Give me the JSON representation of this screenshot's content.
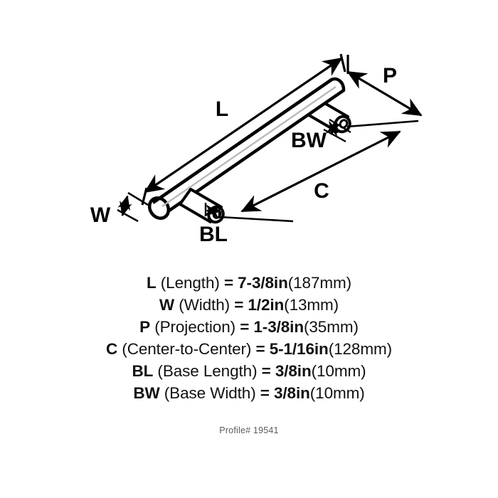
{
  "diagram": {
    "title": "T-bar cabinet pull isometric dimension drawing",
    "labels": {
      "L": "L",
      "W": "W",
      "P": "P",
      "C": "C",
      "BL": "BL",
      "BW": "BW"
    }
  },
  "specs": [
    {
      "abbr": "L",
      "name": "(Length)",
      "equals": "=",
      "value_in": "7-3/8in",
      "value_mm": "(187mm)"
    },
    {
      "abbr": "W",
      "name": "(Width)",
      "equals": "=",
      "value_in": "1/2in",
      "value_mm": "(13mm)"
    },
    {
      "abbr": "P",
      "name": "(Projection)",
      "equals": "=",
      "value_in": "1-3/8in",
      "value_mm": "(35mm)"
    },
    {
      "abbr": "C",
      "name": "(Center-to-Center)",
      "equals": "=",
      "value_in": "5-1/16in",
      "value_mm": "(128mm)"
    },
    {
      "abbr": "BL",
      "name": "(Base Length)",
      "equals": "=",
      "value_in": "3/8in",
      "value_mm": "(10mm)"
    },
    {
      "abbr": "BW",
      "name": "(Base Width)",
      "equals": "=",
      "value_in": "3/8in",
      "value_mm": "(10mm)"
    }
  ],
  "profile": "Profile# 19541",
  "colors": {
    "background": "#ffffff",
    "line": "#000000",
    "text": "#111111",
    "muted_text": "#5a5a5a",
    "highlight": "#b9b9b9"
  }
}
